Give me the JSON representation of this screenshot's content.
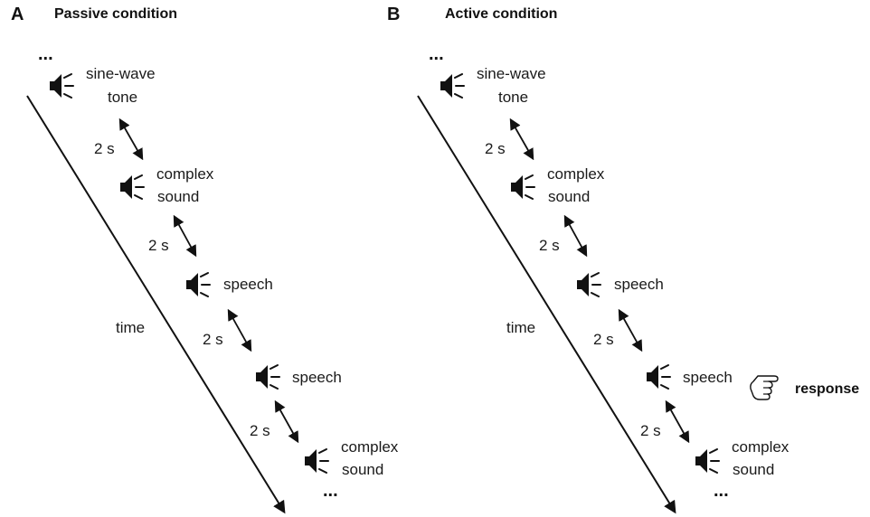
{
  "panels": {
    "a": {
      "letter": "A",
      "title": "Passive condition",
      "ellipsis_top": "...",
      "ellipsis_bottom": "...",
      "time_label": "time",
      "sounds": [
        {
          "line1": "sine-wave",
          "line2": "tone"
        },
        {
          "line1": "complex",
          "line2": "sound"
        },
        {
          "line1": "speech",
          "line2": ""
        },
        {
          "line1": "speech",
          "line2": ""
        },
        {
          "line1": "complex",
          "line2": "sound"
        }
      ],
      "intervals": [
        "2 s",
        "2 s",
        "2 s",
        "2 s"
      ]
    },
    "b": {
      "letter": "B",
      "title": "Active condition",
      "ellipsis_top": "...",
      "ellipsis_bottom": "...",
      "time_label": "time",
      "sounds": [
        {
          "line1": "sine-wave",
          "line2": "tone"
        },
        {
          "line1": "complex",
          "line2": "sound"
        },
        {
          "line1": "speech",
          "line2": ""
        },
        {
          "line1": "speech",
          "line2": ""
        },
        {
          "line1": "complex",
          "line2": "sound"
        }
      ],
      "intervals": [
        "2 s",
        "2 s",
        "2 s",
        "2 s"
      ],
      "response_label": "response"
    }
  },
  "icons": {
    "speaker": "speaker-icon",
    "pointing_hand": "pointing-hand-icon",
    "double_arrow": "double-arrow-icon"
  },
  "colors": {
    "ink": "#111111",
    "background": "#ffffff"
  }
}
